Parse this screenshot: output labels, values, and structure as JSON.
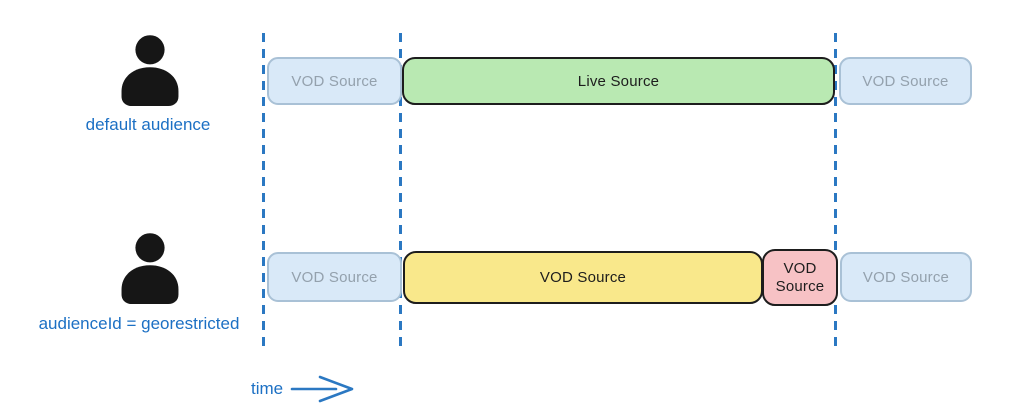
{
  "palette": {
    "blue_text": "#1c70c4",
    "dashed_line": "#2b78c2",
    "vod_neutral_fill": "#d9e9f8",
    "vod_neutral_border": "#a9c1d6",
    "vod_neutral_text": "#94a1ad",
    "live_fill": "#b9e9b2",
    "vod_yellow_fill": "#f9e88b",
    "vod_pink_fill": "#f7c2c5",
    "dark_border": "#1d1d1d",
    "dark_text": "#1d1d1d",
    "icon_color": "#161616"
  },
  "rows": [
    {
      "label": "default audience",
      "segments": [
        {
          "label": "VOD Source",
          "variant": "neutral"
        },
        {
          "label": "Live Source",
          "variant": "live"
        },
        {
          "label": "VOD Source",
          "variant": "neutral"
        }
      ]
    },
    {
      "label": "audienceId = georestricted",
      "segments": [
        {
          "label": "VOD Source",
          "variant": "neutral"
        },
        {
          "label": "VOD Source",
          "variant": "yellow"
        },
        {
          "label": "VOD Source",
          "variant": "pink"
        },
        {
          "label": "VOD Source",
          "variant": "neutral"
        }
      ]
    }
  ],
  "time_axis": {
    "label": "time"
  }
}
